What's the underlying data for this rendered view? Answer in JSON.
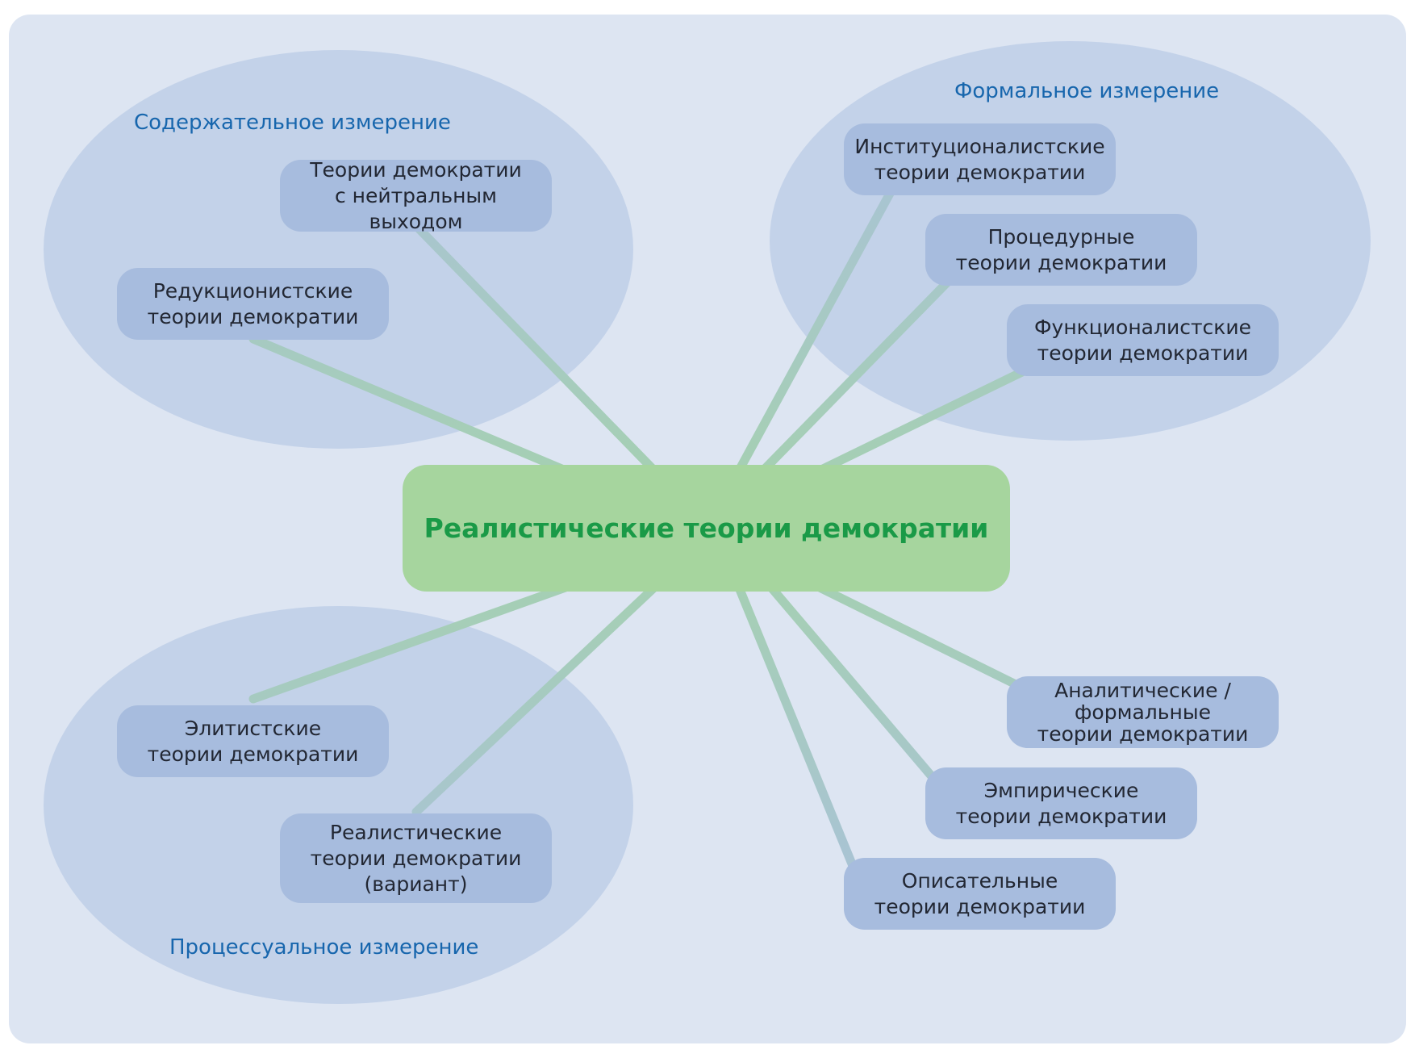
{
  "colors": {
    "panel": "#dde5f2",
    "ellipse": "#c3d2e9",
    "node": "#a7bcde",
    "center": "#a6d59e",
    "center_text": "#1a9a47",
    "dimension_label": "#1766ad",
    "connector_top": "#a9c3d5",
    "connector_mid": "#a5cfb4"
  },
  "center": {
    "label": "Реалистические теории демократии"
  },
  "dimensions": {
    "substantive": "Содержательное измерение",
    "formal": "Формальное измерение",
    "processual": "Процессуальное измерение"
  },
  "nodes": {
    "neutral_output": "Теории демократии\nс нейтральным выходом",
    "reductionist": "Редукционистские\nтеории демократии",
    "institutionalist": "Институционалистские\nтеории демократии",
    "procedural": "Процедурные\nтеории демократии",
    "functionalist": "Функционалистские\nтеории демократии",
    "elitist": "Элитистские\nтеории демократии",
    "realistic_variant": "Реалистические\nтеории демократии\n(вариант)",
    "analytical": "Аналитические /\nформальные\nтеории демократии",
    "empirical": "Эмпирические\nтеории демократии",
    "descriptive": "Описательные\nтеории демократии"
  }
}
